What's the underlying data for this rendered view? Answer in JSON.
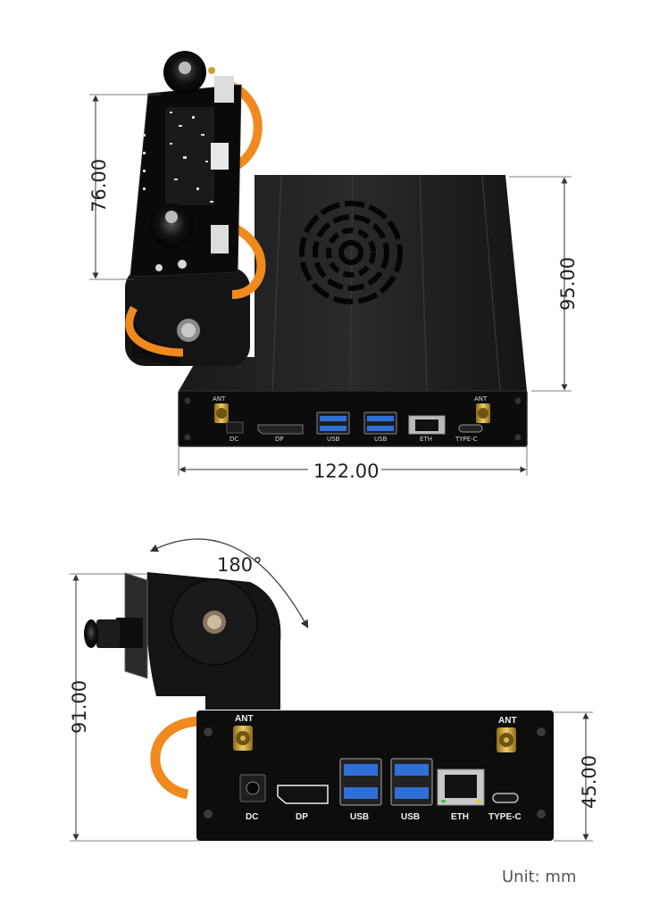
{
  "dimensions": {
    "top_height": "95.00",
    "top_camera_height": "76.00",
    "top_width": "122.00",
    "bottom_total_height": "91.00",
    "bottom_box_height": "45.00",
    "rotation": "180°"
  },
  "top_ports": {
    "ant_left": "ANT",
    "ant_right": "ANT",
    "dc": "DC",
    "dp": "DP",
    "usb1": "USB",
    "usb2": "USB",
    "eth": "ETH",
    "typec": "TYPE-C"
  },
  "bottom_ports": {
    "ant_left": "ANT",
    "ant_right": "ANT",
    "dc": "DC",
    "dp": "DP",
    "usb1": "USB",
    "usb2": "USB",
    "eth": "ETH",
    "typec": "TYPE-C"
  },
  "unit_label": "Unit: mm",
  "colors": {
    "enclosure": "#111111",
    "ribbon": "#f08a1e",
    "usb_blue": "#2f6fd8",
    "gold": "#c9a030",
    "dimension_line": "#333333"
  }
}
